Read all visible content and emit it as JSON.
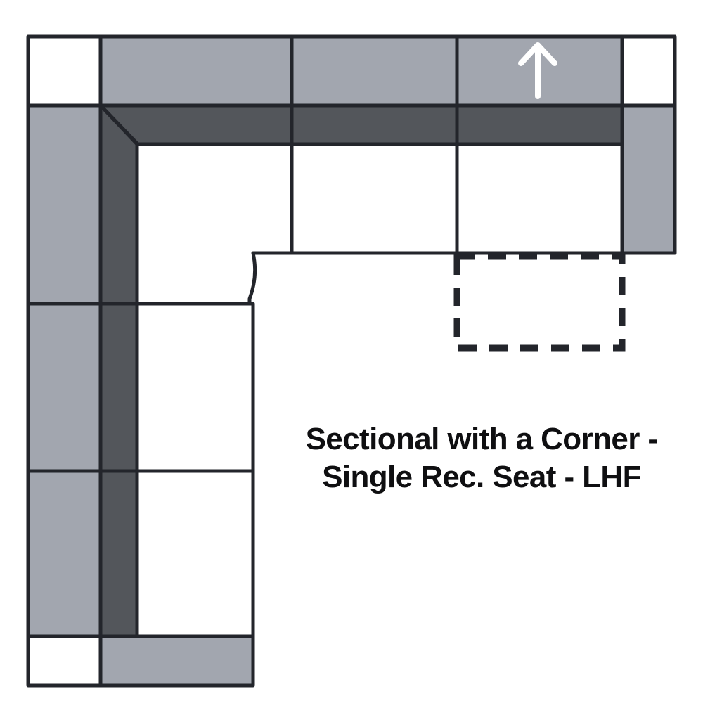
{
  "diagram": {
    "title": "Sectional with a Corner - Single Rec. Seat - LHF",
    "title_line_1": "Sectional with a Corner -",
    "title_line_2": "Single Rec. Seat - LHF",
    "type": "furniture-floor-plan",
    "shape": "L-shaped sectional",
    "orientation": "LHF",
    "colors": {
      "outline": "#23252b",
      "back_cushion": "#a2a6af",
      "arm": "#a2a6af",
      "back_frame": "#53565b",
      "seat": "#ffffff",
      "background": "#ffffff",
      "arrow": "#ffffff",
      "text": "#0f0f11"
    },
    "stroke_width": 5,
    "parts": {
      "top_back_cushions": [
        {
          "name": "back-cushion-corner",
          "label": ""
        },
        {
          "name": "back-cushion-middle",
          "label": ""
        },
        {
          "name": "back-cushion-recliner",
          "label": ""
        }
      ],
      "top_seats": [
        {
          "name": "seat-corner",
          "label": ""
        },
        {
          "name": "seat-middle",
          "label": ""
        },
        {
          "name": "seat-recliner",
          "label": ""
        }
      ],
      "left_back_cushions": [
        {
          "name": "back-cushion-left-upper",
          "label": ""
        },
        {
          "name": "back-cushion-left-middle",
          "label": ""
        },
        {
          "name": "back-cushion-left-lower",
          "label": ""
        }
      ],
      "left_seats": [
        {
          "name": "seat-left-middle",
          "label": ""
        },
        {
          "name": "seat-left-lower",
          "label": ""
        }
      ],
      "arms": [
        {
          "name": "arm-right",
          "label": ""
        },
        {
          "name": "arm-bottom",
          "label": ""
        }
      ]
    },
    "annotations": {
      "recline_arrow": {
        "name": "recline-direction-arrow",
        "direction": "up",
        "symbol": "arrow-up-icon"
      },
      "extension_outline": {
        "name": "recliner-extension-outline",
        "style": "dashed",
        "meaning": "footrest extension footprint"
      }
    }
  }
}
